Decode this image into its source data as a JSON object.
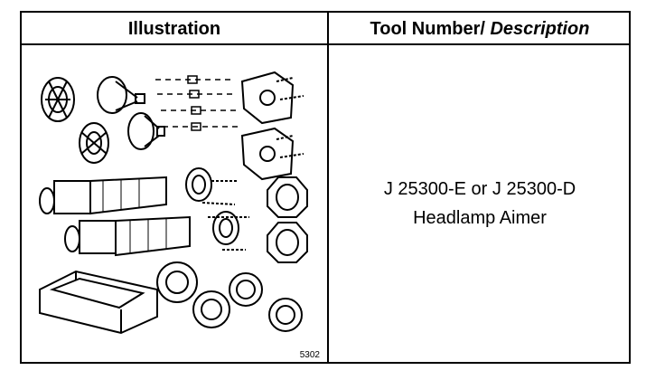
{
  "table": {
    "headers": {
      "illustration": "Illustration",
      "tool_prefix": "Tool Number/ ",
      "tool_suffix": "Description"
    },
    "row": {
      "tool_numbers": "J 25300-E or J 25300-D",
      "description": "Headlamp Aimer",
      "figure_number": "5302"
    }
  }
}
